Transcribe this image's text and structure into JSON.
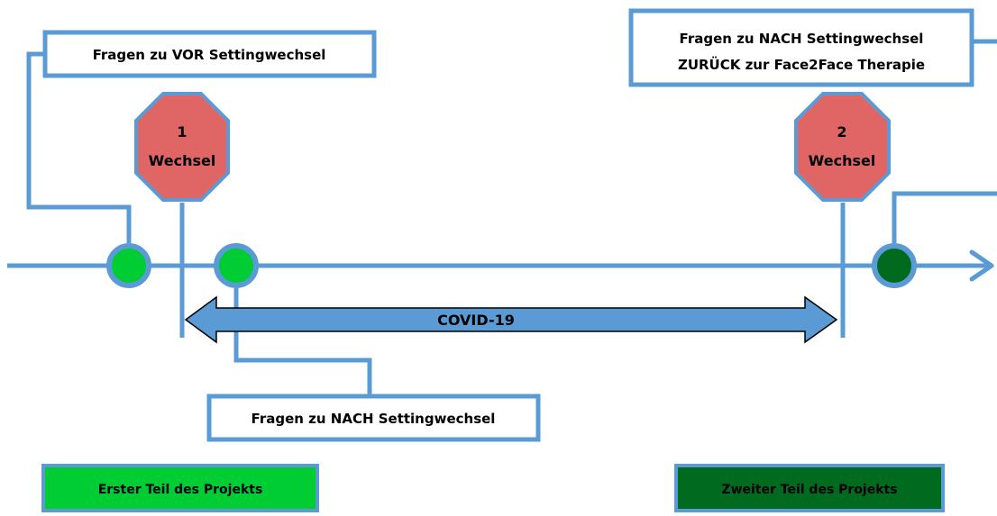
{
  "boxes": {
    "vor": "Fragen zu VOR Settingwechsel",
    "nach": "Fragen zu NACH Settingwechsel",
    "zurueck_line1": "Fragen zu NACH Settingwechsel",
    "zurueck_line2": "ZURÜCK zur Face2Face Therapie"
  },
  "stops": [
    {
      "number": "1",
      "label": "Wechsel"
    },
    {
      "number": "2",
      "label": "Wechsel"
    }
  ],
  "period": {
    "label": "COVID-19"
  },
  "legend": {
    "first": "Erster Teil des Projekts",
    "second": "Zweiter Teil des Projekts"
  },
  "colors": {
    "line": "#5b9bd5",
    "stop_fill": "#e06666",
    "stop_border": "#5b9bd5",
    "dot_light": "#00cc33",
    "dot_dark": "#006b1f",
    "arrow_fill": "#5b9bd5",
    "legend_light": "#00cc33",
    "legend_dark": "#006b1f"
  }
}
